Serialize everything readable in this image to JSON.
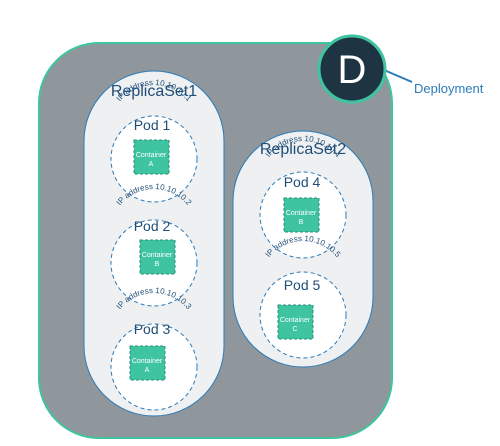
{
  "deployment": {
    "badge_letter": "D",
    "label": "Deployment",
    "colors": {
      "background": "#8f979c",
      "border": "#3fc4a1",
      "badge": "#1f3443",
      "accent": "#2b7bb9"
    }
  },
  "replicasets": [
    {
      "name": "ReplicaSet1",
      "pods": [
        {
          "name": "Pod 1",
          "ip": "IP address 10.10.10.1",
          "container": {
            "line1": "Container",
            "line2": "A"
          }
        },
        {
          "name": "Pod 2",
          "ip": "IP address 10.10.10.2",
          "container": {
            "line1": "Container",
            "line2": "B"
          }
        },
        {
          "name": "Pod 3",
          "ip": "IP address 10.10.10.3",
          "container": {
            "line1": "Container",
            "line2": "A"
          }
        }
      ]
    },
    {
      "name": "ReplicaSet2",
      "pods": [
        {
          "name": "Pod 4",
          "ip": "IP address 10.10.10.4",
          "container": {
            "line1": "Container",
            "line2": "B"
          }
        },
        {
          "name": "Pod 5",
          "ip": "IP address 10.10.10.5",
          "container": {
            "line1": "Container",
            "line2": "C"
          }
        }
      ]
    }
  ]
}
